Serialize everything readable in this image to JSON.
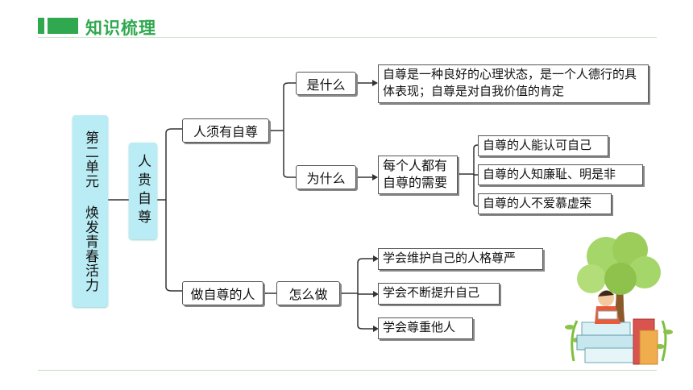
{
  "header": {
    "title": "知识梳理"
  },
  "unit_label": "第二单元 焕发青春活力",
  "topic_label": "人贵自尊",
  "branches": {
    "must": "人须有自尊",
    "what": "是什么",
    "what_def": "自尊是一种良好的心理状态，是一个人德行的具体表现；自尊是对自我价值的肯定",
    "why": "为什么",
    "why_summary": "每个人都有自尊的需要",
    "why_reasons": [
      "自尊的人能认可自己",
      "自尊的人知廉耻、明是非",
      "自尊的人不爱慕虚荣"
    ],
    "be": "做自尊的人",
    "how": "怎么做",
    "how_items": [
      "学会维护自己的人格尊严",
      "学会不断提升自己",
      "学会尊重他人"
    ]
  }
}
